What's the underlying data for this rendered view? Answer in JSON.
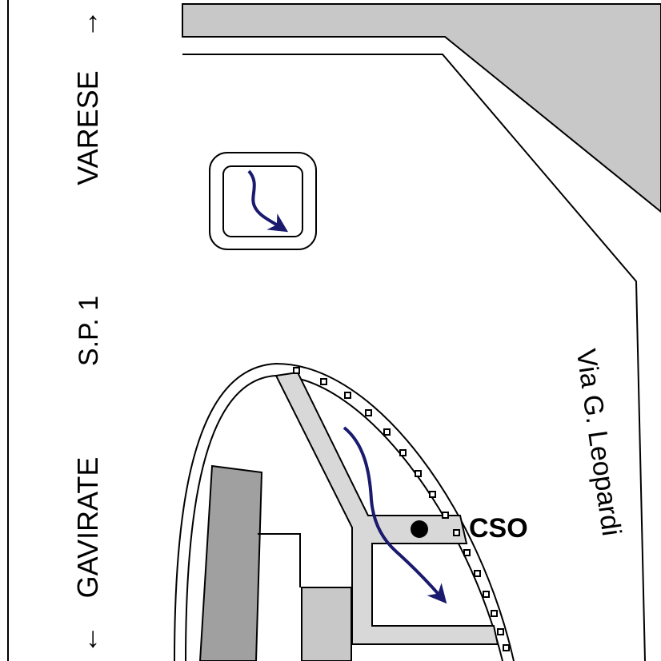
{
  "map": {
    "road_left_labels": {
      "north": "VARESE",
      "north_arrow": "→",
      "route": "S.P. 1",
      "south": "GAVIRATE",
      "south_arrow": "←"
    },
    "street_right_label": "Via G. Leopardi",
    "point_label": "CSO",
    "colors": {
      "line": "#000000",
      "building_light": "#c8c8c8",
      "building_dark": "#a0a0a0",
      "flow_arrow": "#1a1a6e",
      "background": "#ffffff"
    },
    "icons": {
      "flow_arrow": "curved-arrow-icon",
      "point": "filled-circle-icon"
    }
  }
}
